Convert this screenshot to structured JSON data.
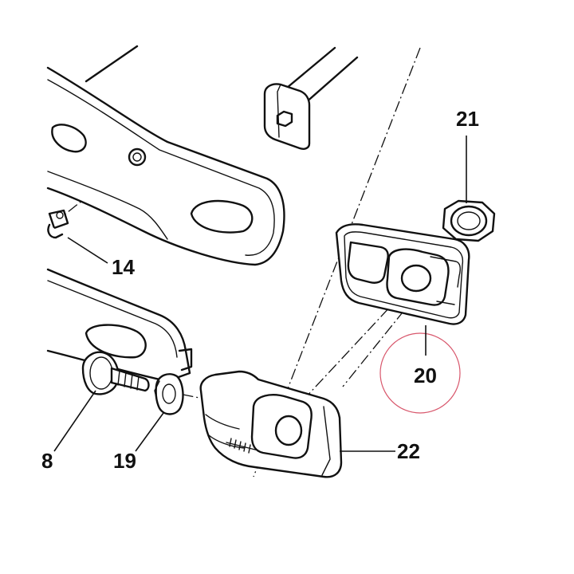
{
  "diagram": {
    "callouts": {
      "part_8": "8",
      "part_14": "14",
      "part_19": "19",
      "part_20": "20",
      "part_21": "21",
      "part_22": "22"
    },
    "highlight_color": "#c8102e"
  }
}
